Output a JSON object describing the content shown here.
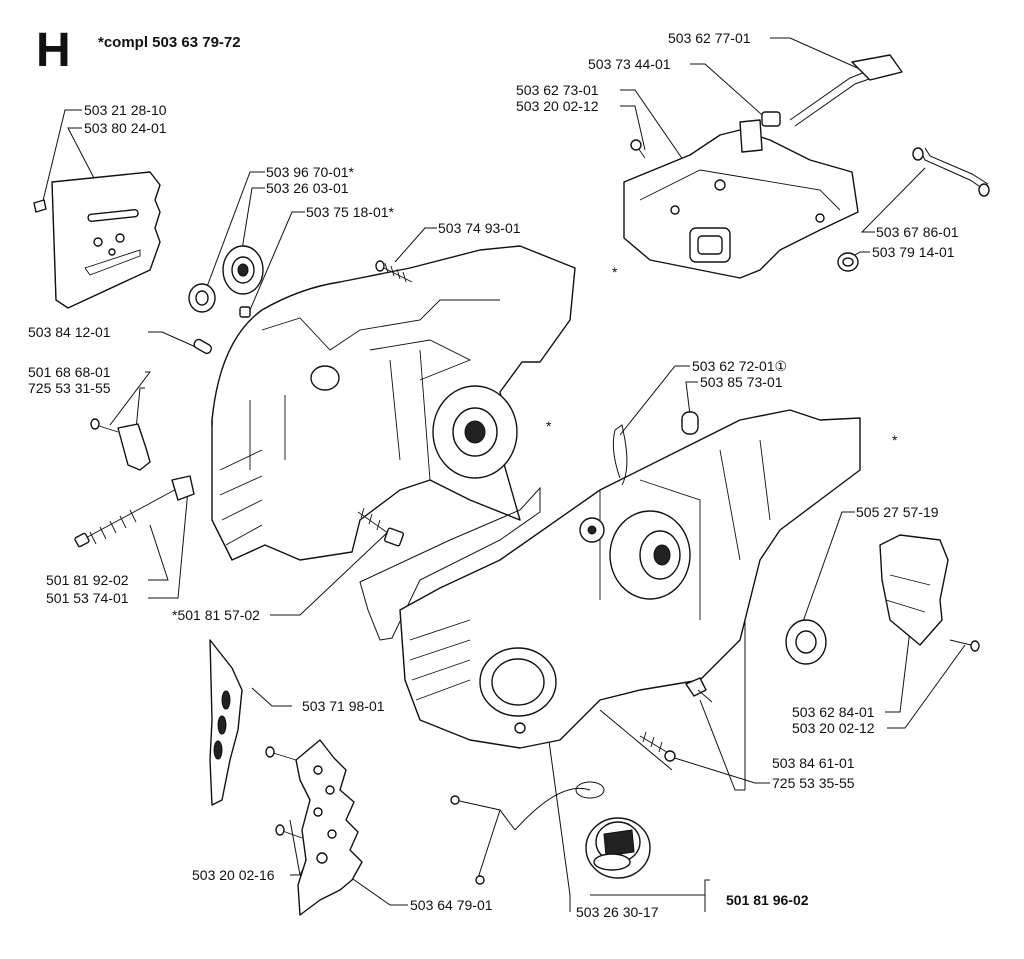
{
  "sheet": {
    "letter": "H",
    "compl_note": "*compl 503 63 79-72"
  },
  "labels": {
    "l01": "503 62 77-01",
    "l02": "503 73 44-01",
    "l03": "503 62 73-01",
    "l04": "503 20 02-12",
    "l05": "503 21 28-10",
    "l06": "503 80 24-01",
    "l07": "503 96 70-01*",
    "l08": "503 26 03-01",
    "l09": "503 75 18-01*",
    "l10": "503 74 93-01",
    "l11": "503 67 86-01",
    "l12": "503 79 14-01",
    "l13": "503 84 12-01",
    "l14": "501 68 68-01",
    "l15": "725 53 31-55",
    "l16": "503 62 72-01①",
    "l17": "503 85 73-01",
    "l18": "505 27 57-19",
    "l19": "501 81 92-02",
    "l20": "501 53 74-01",
    "l21": "*501 81 57-02",
    "l22": "503 71 98-01",
    "l23": "503 62 84-01",
    "l24": "503 20 02-12",
    "l25": "503 84 61-01",
    "l26": "725 53 35-55",
    "l27": "503 20 02-16",
    "l28": "503 64 79-01",
    "l29": "503 26 30-17",
    "l30": "501 81 96-02"
  },
  "asterisks": {
    "a1": "*",
    "a2": "*",
    "a3": "*"
  }
}
